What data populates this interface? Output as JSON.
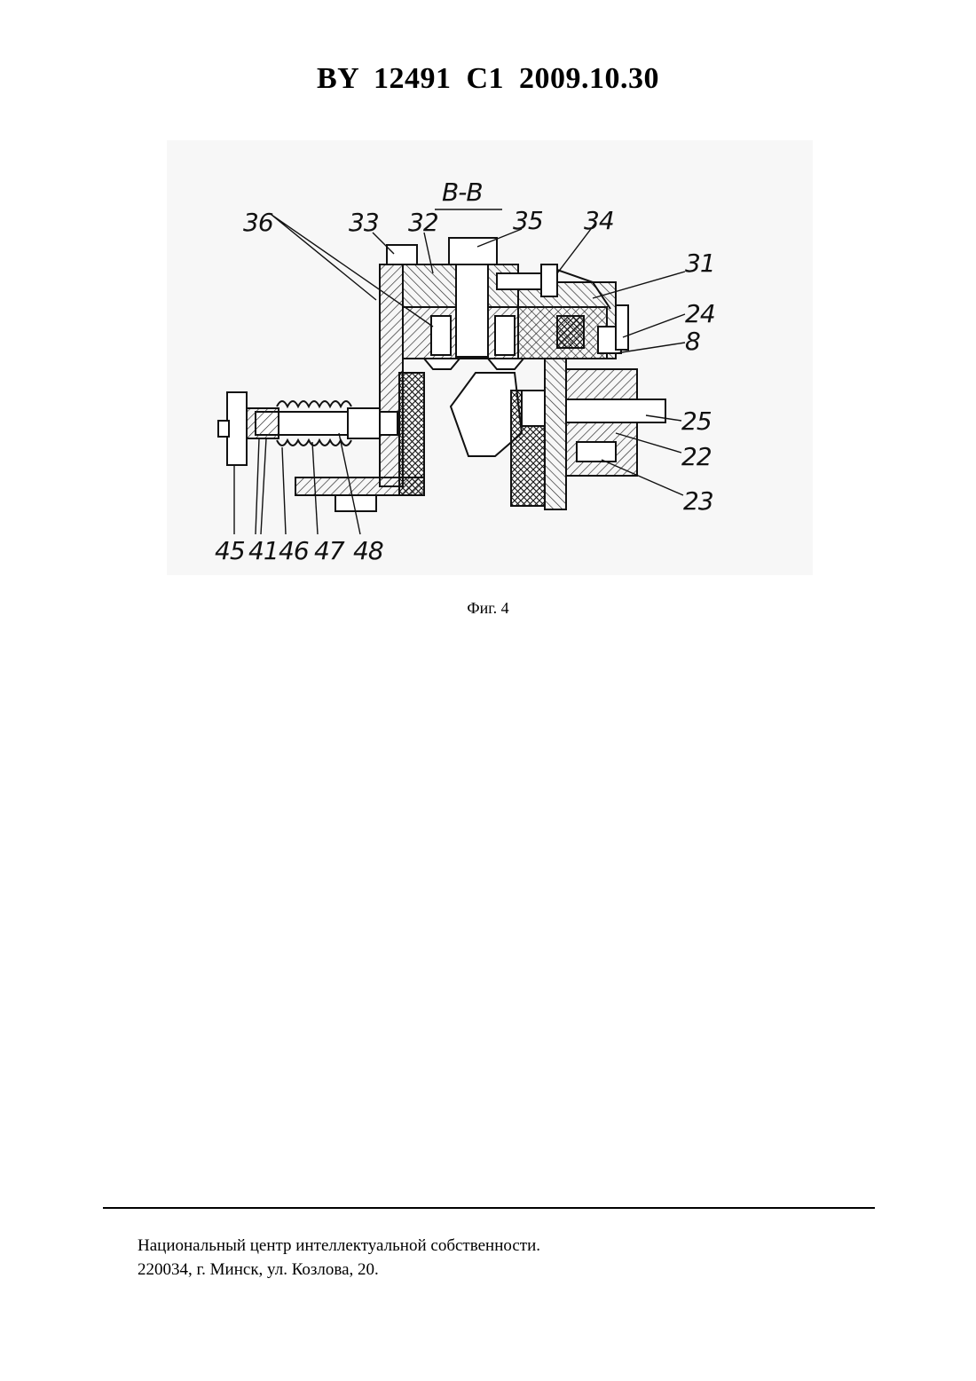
{
  "header": {
    "title": "BY  12491  C1  2009.10.30"
  },
  "figure": {
    "section_label": "В-В",
    "labels": {
      "l36": "36",
      "l33": "33",
      "l32": "32",
      "l35": "35",
      "l34": "34",
      "l31": "31",
      "l24": "24",
      "l8": "8",
      "l25": "25",
      "l22": "22",
      "l23": "23",
      "l45": "45",
      "l41": "41",
      "l46": "46",
      "l47": "47",
      "l48": "48"
    },
    "caption": "Фиг. 4"
  },
  "footer": {
    "line1": "Национальный центр интеллектуальной собственности.",
    "line2": "220034, г. Минск, ул. Козлова, 20."
  }
}
